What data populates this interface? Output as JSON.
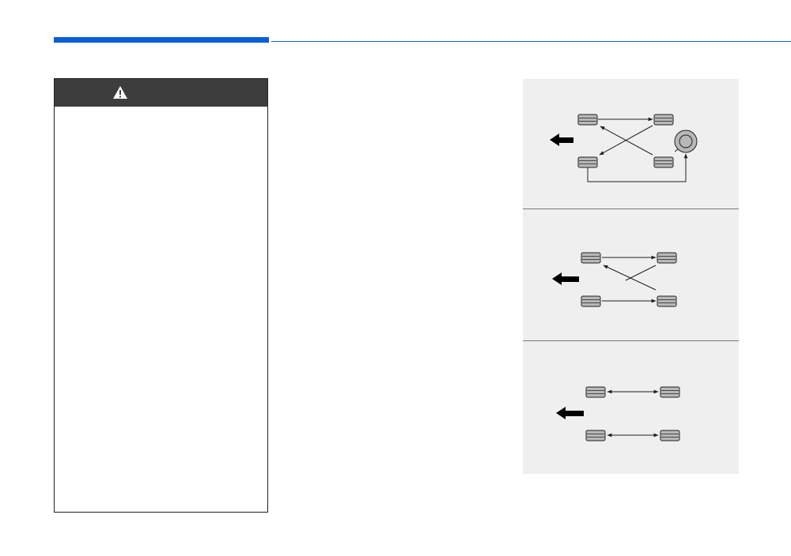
{
  "header": {
    "accent_color": "#0a5fd6",
    "rule_color": "#0a5fd6"
  },
  "warning": {
    "icon": "warning-triangle-icon",
    "header_color": "#3d3d3d",
    "label": "",
    "body": ""
  },
  "diagrams": [
    {
      "layout": "cross-with-spare",
      "arrow_icon": "direction-arrow-icon",
      "tire_count": 5
    },
    {
      "layout": "cross",
      "arrow_icon": "direction-arrow-icon",
      "tire_count": 4
    },
    {
      "layout": "side-to-side",
      "arrow_icon": "direction-arrow-icon",
      "tire_count": 4
    }
  ],
  "colors": {
    "diagram_bg": "#efefef",
    "tire_fill": "#b8b8b8",
    "line": "#231f20"
  }
}
